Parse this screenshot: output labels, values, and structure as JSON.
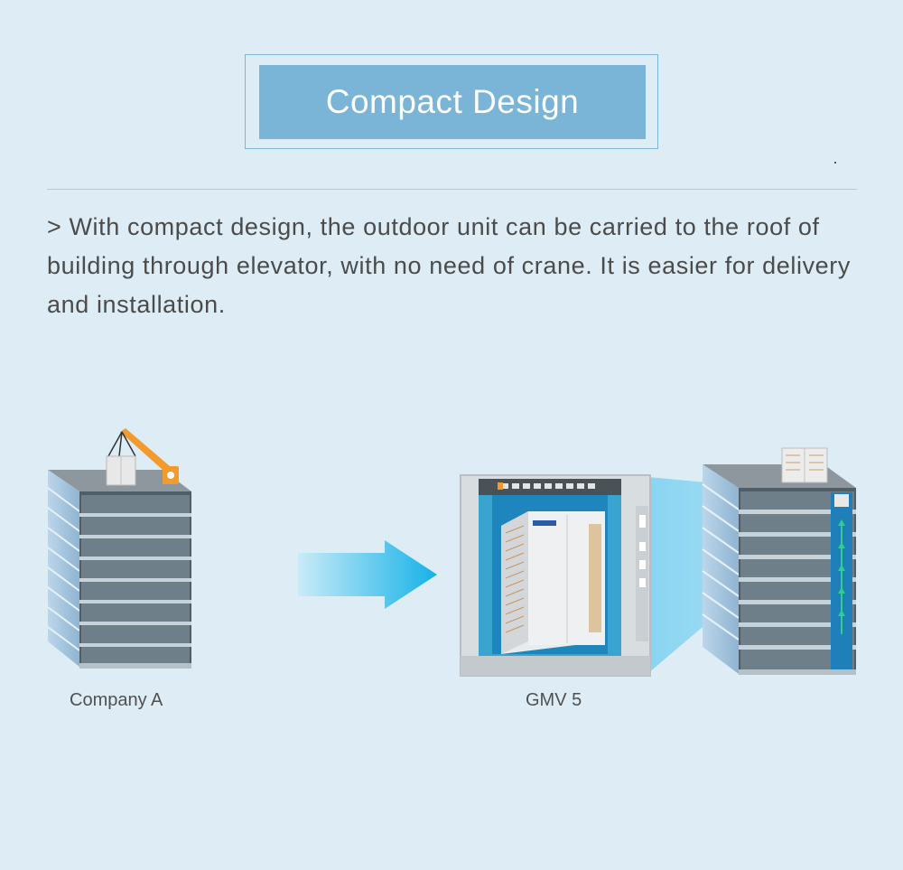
{
  "header": {
    "title": "Compact Design"
  },
  "description": "> With compact design, the outdoor unit can be carried to the roof of building through elevator, with no need of crane. It is easier for delivery and installation.",
  "captions": {
    "left": "Company A",
    "right": "GMV 5"
  },
  "colors": {
    "background": "#deedf5",
    "title_box": "#7ab4d6",
    "arrow": "#1fb4e6",
    "crane": "#f29a2e"
  },
  "icons": [
    "building-with-crane",
    "transfer-arrow-icon",
    "elevator-with-outdoor-unit",
    "building-with-elevator"
  ]
}
